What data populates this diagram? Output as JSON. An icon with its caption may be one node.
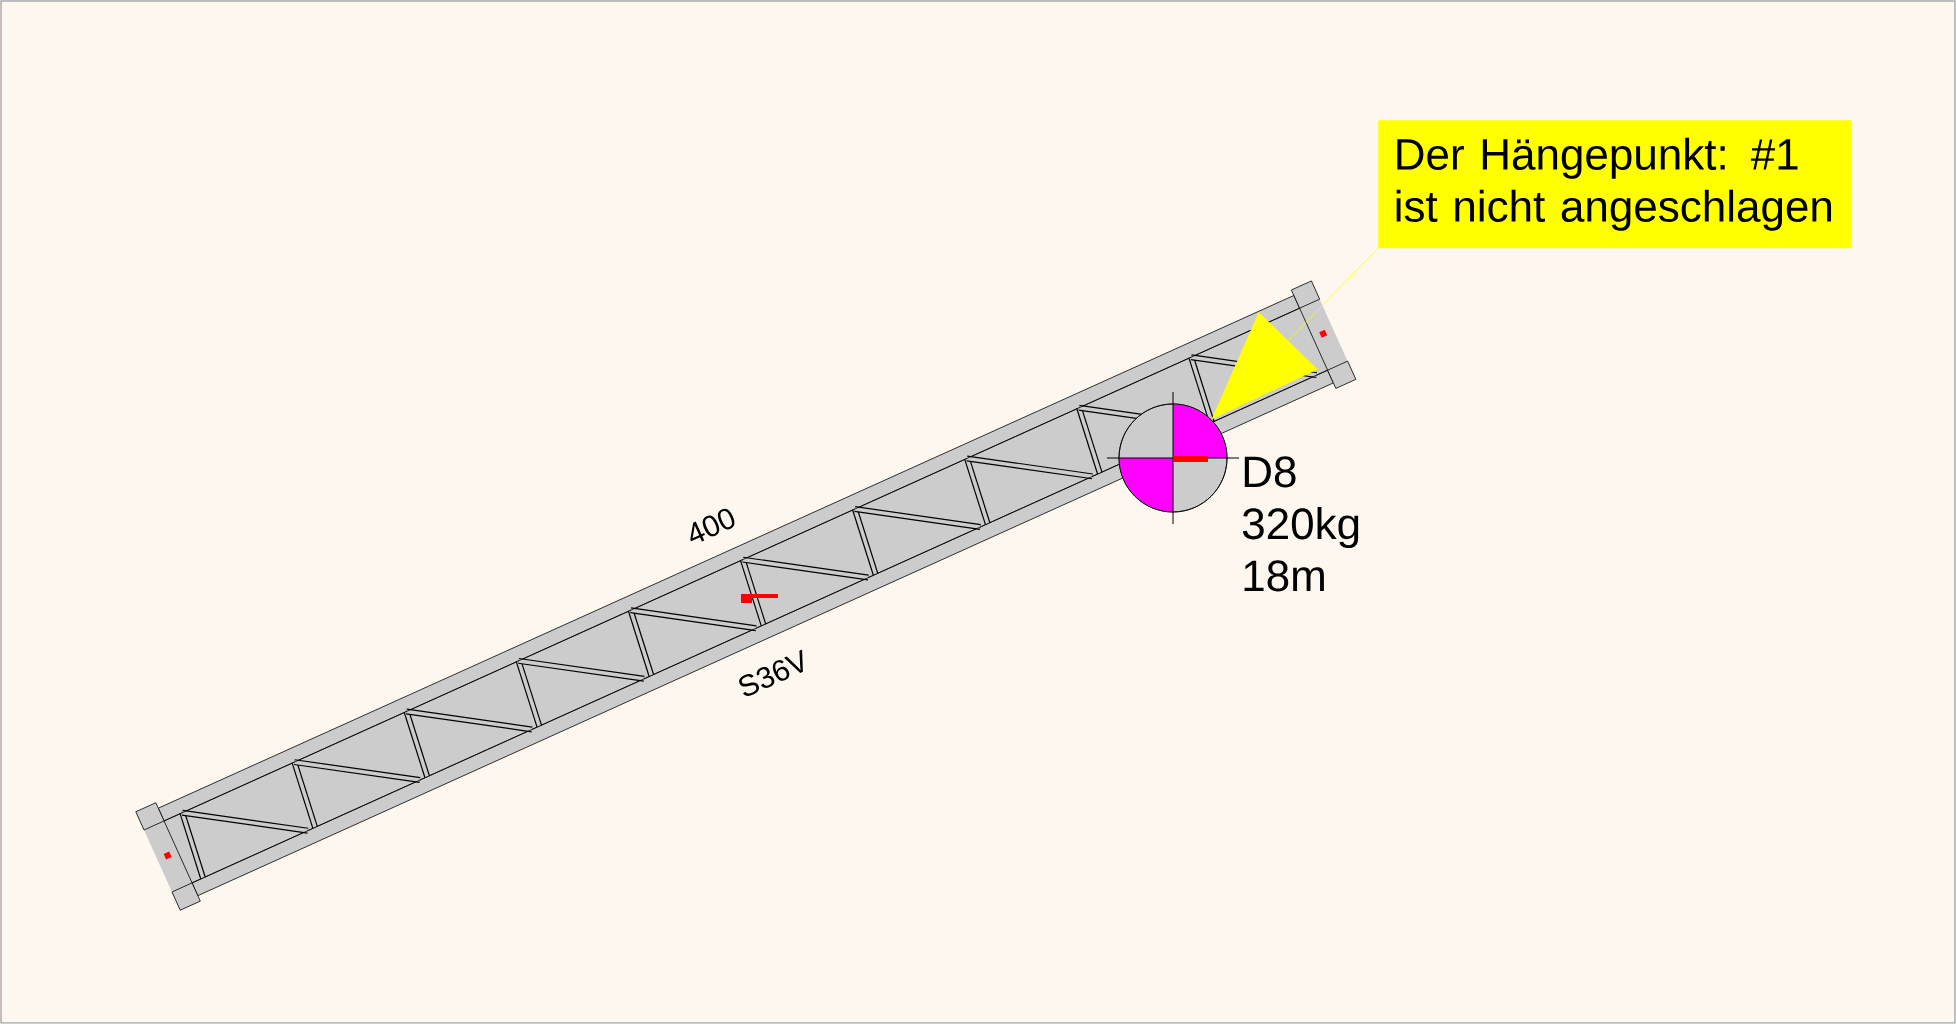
{
  "diagram": {
    "nodes": [
      {
        "text": [
          "Der Hängepunkt: #1 ist nicht angeschlagen"
        ]
      },
      {
        "text": [],
        "shape": "circle",
        "beside": [
          "D8",
          "320kg",
          "18m"
        ]
      }
    ],
    "edges": [
      {
        "from": 0,
        "to": 1,
        "arrow": "to",
        "color": "#ffff00"
      }
    ],
    "labels": [
      "400",
      "S36V"
    ]
  }
}
